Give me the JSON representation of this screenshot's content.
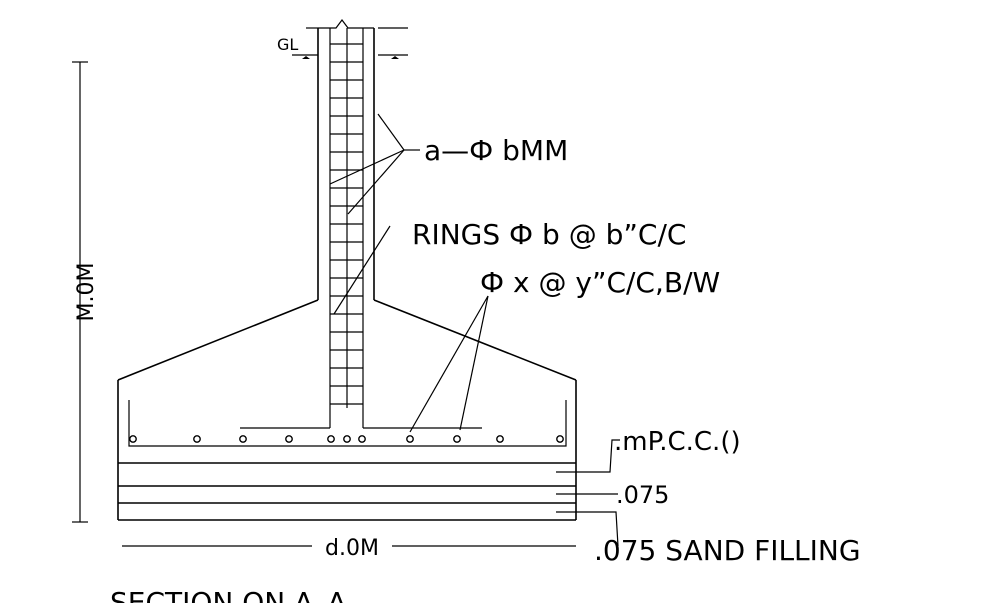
{
  "drawing": {
    "gl_label": "GL",
    "height_dim": "M.0M",
    "main_bars": "a—Ф bMM",
    "rings": "RINGS Ф b @ b”C/C",
    "bottom_bars": "Ф x @ y”C/C,B/W",
    "pcc": ".mP.C.C.()",
    "layer_075": ".075",
    "sand": ".075 SAND FILLING",
    "width_dim": "d.0M",
    "title": "SECTION ON A–A"
  }
}
